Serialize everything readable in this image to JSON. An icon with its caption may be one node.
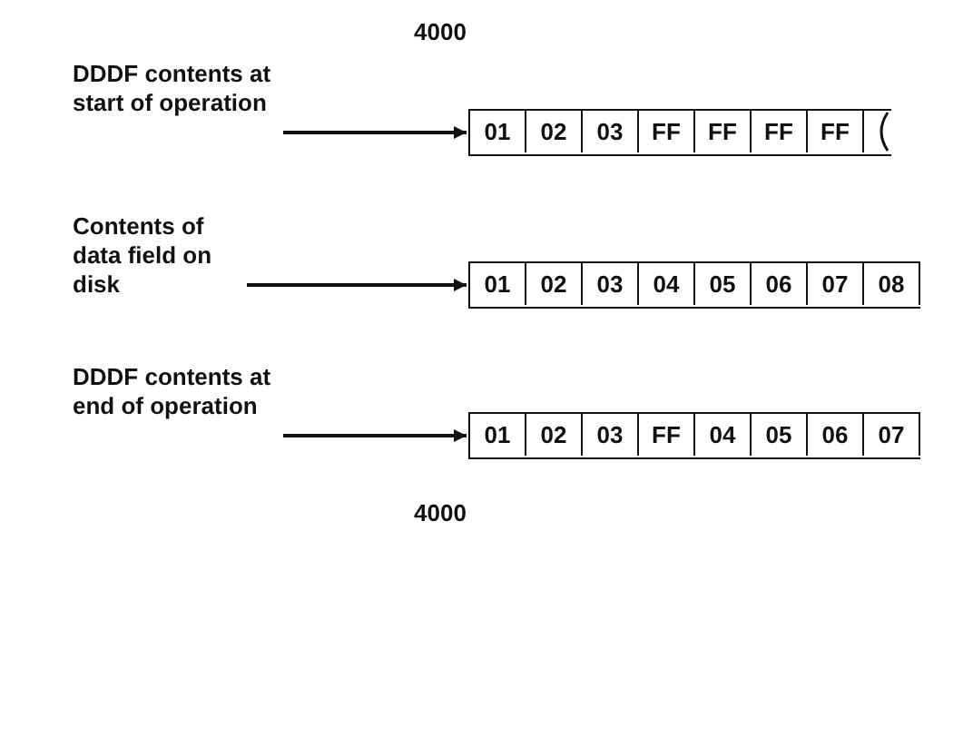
{
  "diagram": {
    "nodes": [
      {
        "text": [
          "DDDF contents at start of operation"
        ]
      },
      {
        "text": [
          "01",
          "02",
          "03",
          "FF",
          "FF",
          "FF",
          "FF"
        ]
      },
      {
        "text": [
          "Contents of data field on disk"
        ]
      },
      {
        "text": [
          "01",
          "02",
          "03",
          "04",
          "05",
          "06",
          "07",
          "08"
        ]
      },
      {
        "text": [
          "DDDF contents at end of operation"
        ]
      },
      {
        "text": [
          "01",
          "02",
          "03",
          "FF",
          "04",
          "05",
          "06",
          "07"
        ]
      }
    ],
    "edges": [
      {
        "from": 0,
        "to": 1,
        "arrow": "to"
      },
      {
        "from": 2,
        "to": 3,
        "arrow": "to"
      },
      {
        "from": 4,
        "to": 5,
        "arrow": "to"
      }
    ],
    "labels": [
      "4000",
      "4000"
    ]
  }
}
